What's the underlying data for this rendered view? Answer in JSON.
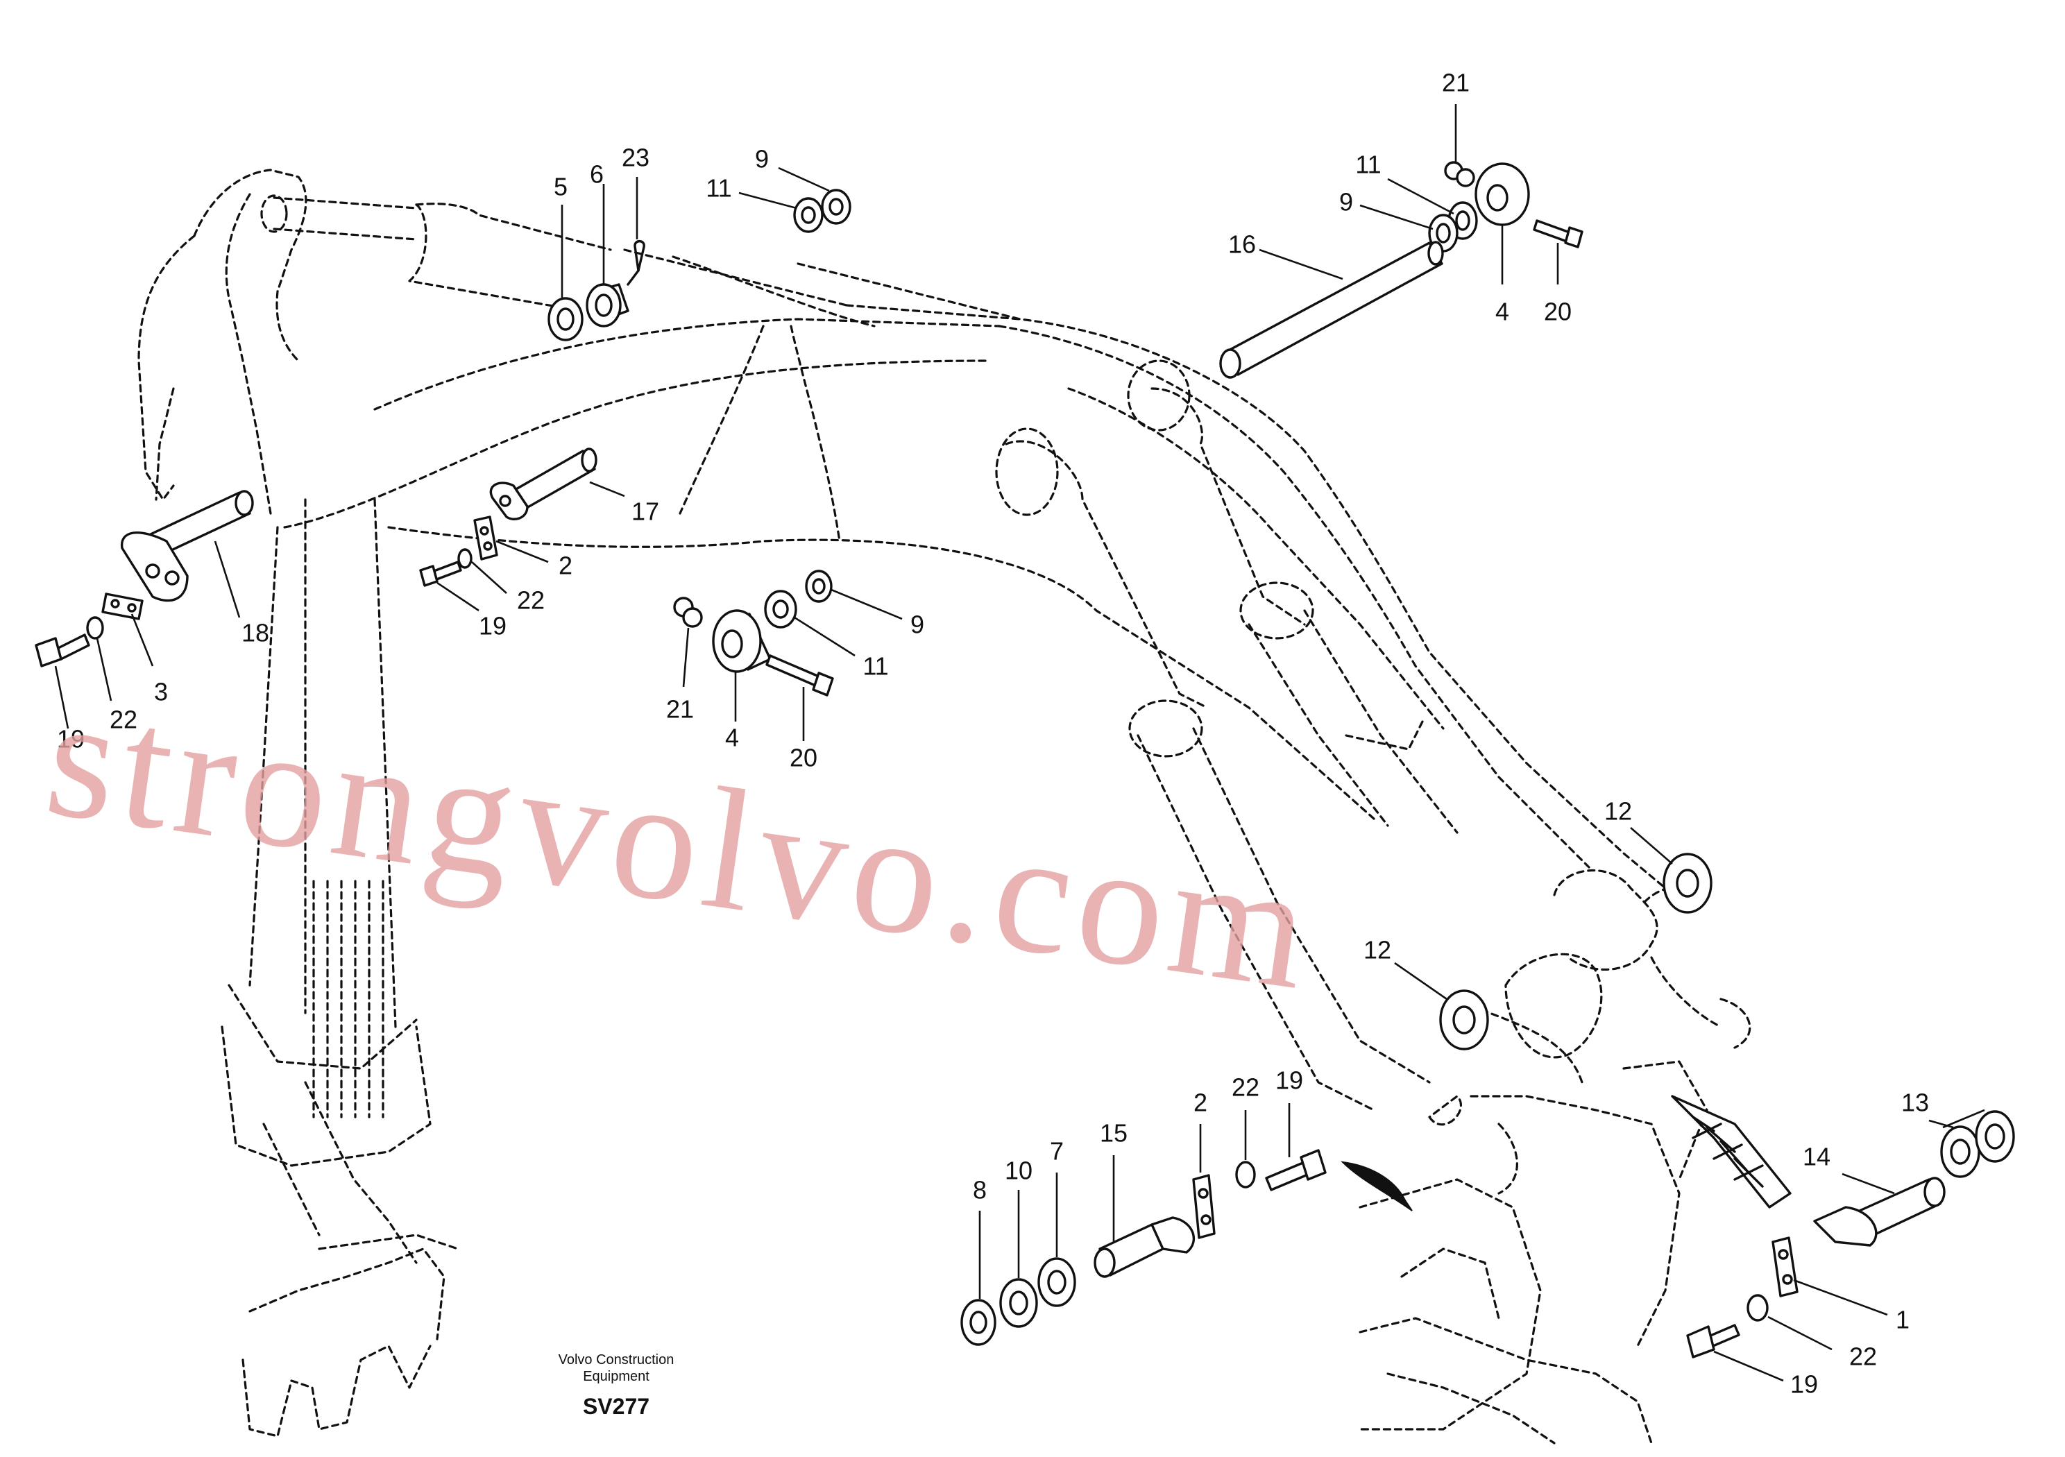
{
  "drawing": {
    "publisher_line1": "Volvo Construction",
    "publisher_line2": "Equipment",
    "code": "SV277"
  },
  "watermark": "strongvolvo.com",
  "callouts": [
    {
      "id": "c21a",
      "text": "21"
    },
    {
      "id": "c11a",
      "text": "11"
    },
    {
      "id": "c9a",
      "text": "9"
    },
    {
      "id": "c16",
      "text": "16"
    },
    {
      "id": "c4a",
      "text": "4"
    },
    {
      "id": "c20a",
      "text": "20"
    },
    {
      "id": "c9b",
      "text": "9"
    },
    {
      "id": "c11b",
      "text": "11"
    },
    {
      "id": "c5",
      "text": "5"
    },
    {
      "id": "c6",
      "text": "6"
    },
    {
      "id": "c23",
      "text": "23"
    },
    {
      "id": "c17",
      "text": "17"
    },
    {
      "id": "c2a",
      "text": "2"
    },
    {
      "id": "c22a",
      "text": "22"
    },
    {
      "id": "c19a",
      "text": "19"
    },
    {
      "id": "c18",
      "text": "18"
    },
    {
      "id": "c3",
      "text": "3"
    },
    {
      "id": "c22b",
      "text": "22"
    },
    {
      "id": "c19b",
      "text": "19"
    },
    {
      "id": "c9c",
      "text": "9"
    },
    {
      "id": "c11c",
      "text": "11"
    },
    {
      "id": "c21b",
      "text": "21"
    },
    {
      "id": "c4b",
      "text": "4"
    },
    {
      "id": "c20b",
      "text": "20"
    },
    {
      "id": "c12a",
      "text": "12"
    },
    {
      "id": "c12b",
      "text": "12"
    },
    {
      "id": "c2b",
      "text": "2"
    },
    {
      "id": "c22c",
      "text": "22"
    },
    {
      "id": "c19c",
      "text": "19"
    },
    {
      "id": "c15",
      "text": "15"
    },
    {
      "id": "c7",
      "text": "7"
    },
    {
      "id": "c10",
      "text": "10"
    },
    {
      "id": "c8",
      "text": "8"
    },
    {
      "id": "c13",
      "text": "13"
    },
    {
      "id": "c14",
      "text": "14"
    },
    {
      "id": "c1",
      "text": "1"
    },
    {
      "id": "c22d",
      "text": "22"
    },
    {
      "id": "c19d",
      "text": "19"
    }
  ]
}
